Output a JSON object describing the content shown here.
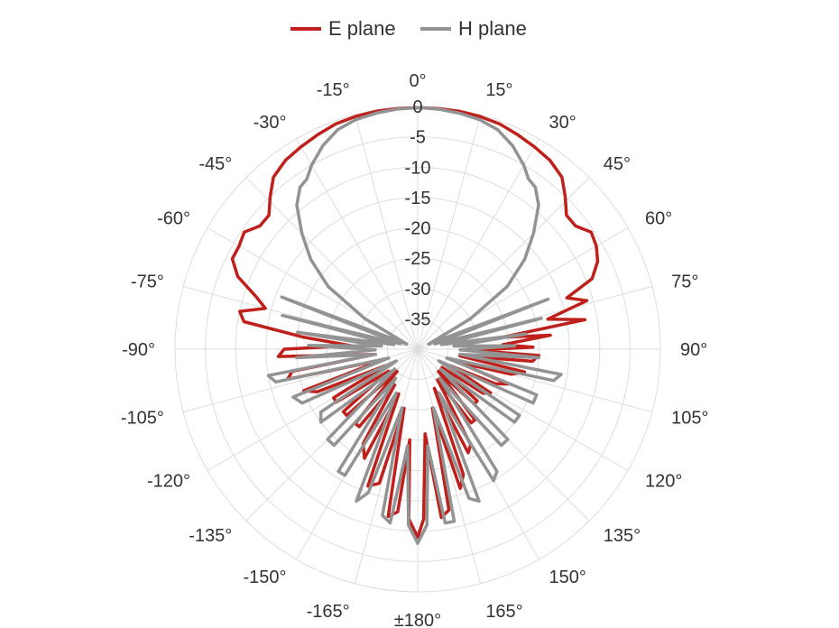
{
  "chart_data": {
    "type": "polar-line",
    "title": "",
    "angle_direction": "clockwise",
    "zero_angle_position": "top",
    "angle_ticks": [
      {
        "value": 0,
        "label": "0°"
      },
      {
        "value": 15,
        "label": "15°"
      },
      {
        "value": 30,
        "label": "30°"
      },
      {
        "value": 45,
        "label": "45°"
      },
      {
        "value": 60,
        "label": "60°"
      },
      {
        "value": 75,
        "label": "75°"
      },
      {
        "value": 90,
        "label": "90°"
      },
      {
        "value": 105,
        "label": "105°"
      },
      {
        "value": 120,
        "label": "120°"
      },
      {
        "value": 135,
        "label": "135°"
      },
      {
        "value": 150,
        "label": "150°"
      },
      {
        "value": 165,
        "label": "165°"
      },
      {
        "value": 180,
        "label": "±180°"
      },
      {
        "value": -165,
        "label": "-165°"
      },
      {
        "value": -150,
        "label": "-150°"
      },
      {
        "value": -135,
        "label": "-135°"
      },
      {
        "value": -120,
        "label": "-120°"
      },
      {
        "value": -105,
        "label": "-105°"
      },
      {
        "value": -90,
        "label": "-90°"
      },
      {
        "value": -75,
        "label": "-75°"
      },
      {
        "value": -60,
        "label": "-60°"
      },
      {
        "value": -45,
        "label": "-45°"
      },
      {
        "value": -30,
        "label": "-30°"
      },
      {
        "value": -15,
        "label": "-15°"
      }
    ],
    "radial_range": [
      -40,
      0
    ],
    "radial_ticks": [
      0,
      -5,
      -10,
      -15,
      -20,
      -25,
      -30,
      -35
    ],
    "radial_tick_labels": [
      "0",
      "-5",
      "-10",
      "-15",
      "-20",
      "-25",
      "-30",
      "-35"
    ],
    "grid": true,
    "legend_position": "top-center",
    "series": [
      {
        "name": "E plane",
        "color": "#c0201c",
        "points": [
          [
            -180,
            -9
          ],
          [
            -177,
            -12
          ],
          [
            -175,
            -25
          ],
          [
            -173,
            -13
          ],
          [
            -170,
            -12
          ],
          [
            -167,
            -30
          ],
          [
            -164,
            -17
          ],
          [
            -160,
            -16
          ],
          [
            -157,
            -32
          ],
          [
            -154,
            -20
          ],
          [
            -150,
            -22
          ],
          [
            -147,
            -33
          ],
          [
            -143,
            -24
          ],
          [
            -140,
            -24
          ],
          [
            -137,
            -35
          ],
          [
            -133,
            -24
          ],
          [
            -130,
            -24
          ],
          [
            -127,
            -34
          ],
          [
            -123,
            -24
          ],
          [
            -120,
            -24
          ],
          [
            -117,
            -34
          ],
          [
            -113,
            -22
          ],
          [
            -110,
            -20
          ],
          [
            -107,
            -34
          ],
          [
            -103,
            -18
          ],
          [
            -100,
            -19
          ],
          [
            -97,
            -33
          ],
          [
            -93,
            -17
          ],
          [
            -90,
            -18
          ],
          [
            -87,
            -29
          ],
          [
            -84,
            -21
          ],
          [
            -81,
            -11
          ],
          [
            -78,
            -10
          ],
          [
            -75,
            -14
          ],
          [
            -72,
            -12
          ],
          [
            -68,
            -8
          ],
          [
            -64,
            -6
          ],
          [
            -60,
            -6
          ],
          [
            -56,
            -5.5
          ],
          [
            -52,
            -7
          ],
          [
            -48,
            -7
          ],
          [
            -44,
            -5
          ],
          [
            -40,
            -3
          ],
          [
            -35,
            -2
          ],
          [
            -30,
            -1.5
          ],
          [
            -25,
            -1
          ],
          [
            -20,
            -0.5
          ],
          [
            -15,
            -0.3
          ],
          [
            -10,
            -0.2
          ],
          [
            -5,
            -0.2
          ],
          [
            0,
            -0.2
          ],
          [
            5,
            -0.2
          ],
          [
            10,
            -0.2
          ],
          [
            15,
            -0.3
          ],
          [
            20,
            -0.5
          ],
          [
            25,
            -1
          ],
          [
            30,
            -1.5
          ],
          [
            35,
            -2
          ],
          [
            40,
            -3
          ],
          [
            44,
            -5
          ],
          [
            48,
            -7
          ],
          [
            52,
            -7
          ],
          [
            56,
            -5.5
          ],
          [
            60,
            -6
          ],
          [
            64,
            -7
          ],
          [
            68,
            -9
          ],
          [
            71,
            -14
          ],
          [
            74,
            -11
          ],
          [
            77,
            -18
          ],
          [
            80,
            -12
          ],
          [
            82,
            -26
          ],
          [
            84,
            -18
          ],
          [
            87,
            -26
          ],
          [
            89,
            -21
          ],
          [
            91,
            -31
          ],
          [
            93,
            -20
          ],
          [
            96,
            -21
          ],
          [
            99,
            -33
          ],
          [
            102,
            -22
          ],
          [
            105,
            -24
          ],
          [
            108,
            -33
          ],
          [
            111,
            -24
          ],
          [
            114,
            -26
          ],
          [
            117,
            -34
          ],
          [
            121,
            -26
          ],
          [
            124,
            -27
          ],
          [
            127,
            -35
          ],
          [
            131,
            -27
          ],
          [
            134,
            -27
          ],
          [
            137,
            -35
          ],
          [
            141,
            -25
          ],
          [
            144,
            -25
          ],
          [
            147,
            -34
          ],
          [
            151,
            -22
          ],
          [
            154,
            -21
          ],
          [
            157,
            -33
          ],
          [
            160,
            -18
          ],
          [
            163,
            -16
          ],
          [
            166,
            -30
          ],
          [
            169,
            -13
          ],
          [
            172,
            -12
          ],
          [
            175,
            -26
          ],
          [
            178,
            -12
          ],
          [
            180,
            -9
          ]
        ]
      },
      {
        "name": "H plane",
        "color": "#939393",
        "points": [
          [
            -180,
            -8
          ],
          [
            -177,
            -11
          ],
          [
            -174,
            -24
          ],
          [
            -171,
            -11
          ],
          [
            -168,
            -12
          ],
          [
            -165,
            -30
          ],
          [
            -161,
            -15
          ],
          [
            -158,
            -13
          ],
          [
            -154,
            -32
          ],
          [
            -150,
            -16
          ],
          [
            -147,
            -16
          ],
          [
            -143,
            -34
          ],
          [
            -139,
            -19
          ],
          [
            -135,
            -19
          ],
          [
            -131,
            -35
          ],
          [
            -127,
            -20
          ],
          [
            -123,
            -21
          ],
          [
            -119,
            -36
          ],
          [
            -115,
            -19
          ],
          [
            -111,
            -18
          ],
          [
            -107,
            -35
          ],
          [
            -103,
            -16
          ],
          [
            -100,
            -15
          ],
          [
            -97,
            -33
          ],
          [
            -94,
            -20
          ],
          [
            -91,
            -33
          ],
          [
            -88,
            -22
          ],
          [
            -85,
            -34
          ],
          [
            -82,
            -20
          ],
          [
            -79,
            -36
          ],
          [
            -76,
            -17
          ],
          [
            -73,
            -37
          ],
          [
            -69,
            -16
          ],
          [
            -65,
            -38
          ],
          [
            -60,
            -30
          ],
          [
            -55,
            -22
          ],
          [
            -50,
            -17
          ],
          [
            -45,
            -13
          ],
          [
            -40,
            -9
          ],
          [
            -36,
            -7
          ],
          [
            -33,
            -6.5
          ],
          [
            -30,
            -5
          ],
          [
            -25,
            -3
          ],
          [
            -20,
            -1.5
          ],
          [
            -15,
            -0.8
          ],
          [
            -10,
            -0.5
          ],
          [
            -5,
            -0.3
          ],
          [
            0,
            -0.2
          ],
          [
            5,
            -0.3
          ],
          [
            10,
            -0.5
          ],
          [
            15,
            -0.8
          ],
          [
            20,
            -1.5
          ],
          [
            25,
            -3
          ],
          [
            30,
            -5
          ],
          [
            33,
            -6.5
          ],
          [
            36,
            -7
          ],
          [
            40,
            -9
          ],
          [
            45,
            -13
          ],
          [
            50,
            -17
          ],
          [
            55,
            -22
          ],
          [
            60,
            -30
          ],
          [
            65,
            -38
          ],
          [
            69,
            -17
          ],
          [
            73,
            -37
          ],
          [
            76,
            -19
          ],
          [
            79,
            -36
          ],
          [
            82,
            -22
          ],
          [
            85,
            -34
          ],
          [
            88,
            -24
          ],
          [
            91,
            -33
          ],
          [
            94,
            -20
          ],
          [
            97,
            -33
          ],
          [
            100,
            -16
          ],
          [
            103,
            -17
          ],
          [
            107,
            -35
          ],
          [
            111,
            -19
          ],
          [
            115,
            -19
          ],
          [
            119,
            -36
          ],
          [
            123,
            -20
          ],
          [
            127,
            -20
          ],
          [
            131,
            -35
          ],
          [
            135,
            -19
          ],
          [
            139,
            -19
          ],
          [
            143,
            -34
          ],
          [
            147,
            -16
          ],
          [
            150,
            -15
          ],
          [
            154,
            -32
          ],
          [
            158,
            -13
          ],
          [
            161,
            -14
          ],
          [
            165,
            -30
          ],
          [
            168,
            -11
          ],
          [
            171,
            -11
          ],
          [
            174,
            -24
          ],
          [
            177,
            -11
          ],
          [
            180,
            -8
          ]
        ]
      }
    ]
  }
}
